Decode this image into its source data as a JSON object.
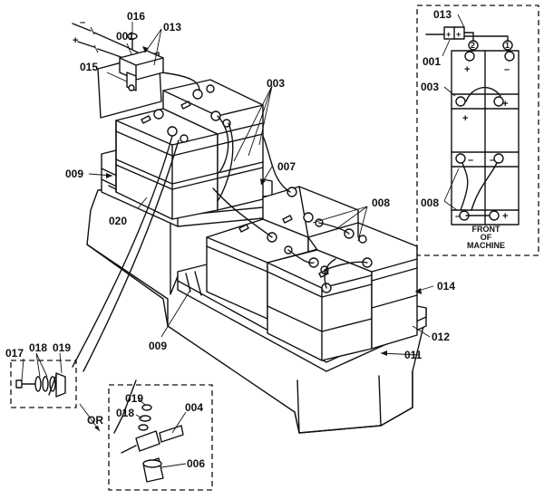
{
  "callouts": {
    "c016": "016",
    "c013": "013",
    "c001": "001",
    "c015": "015",
    "c003": "003",
    "c007": "007",
    "c009a": "009",
    "c020": "020",
    "c008": "008",
    "c014": "014",
    "c009b": "009",
    "c012": "012",
    "c011": "011",
    "c017": "017",
    "c018a": "018",
    "c019a": "019",
    "c019b": "019",
    "c018b": "018",
    "c004": "004",
    "c006": "006"
  },
  "or_label": "OR",
  "cable_polarity": {
    "minus": "–",
    "plus": "+"
  },
  "inset": {
    "c013": "013",
    "c001": "001",
    "c003": "003",
    "c008": "008",
    "front_line1": "FRONT",
    "front_line2": "OF",
    "front_line3": "MACHINE",
    "connector_plus_a": "+",
    "connector_plus_b": "+",
    "wire_label_2": "2",
    "wire_label_1": "1",
    "battery_terminals": {
      "b1_left": "+",
      "b1_right": "–",
      "b2_left": "+",
      "b2_right": "+",
      "b3_left": "–",
      "b3_right": "–",
      "b4_left": "–",
      "b4_right": "+"
    }
  }
}
